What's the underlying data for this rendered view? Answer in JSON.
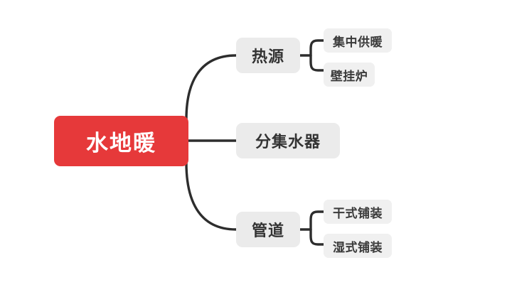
{
  "diagram": {
    "type": "mindmap",
    "background_color": "#ffffff",
    "connector_color": "#2d2d2d",
    "root": {
      "label": "水地暖",
      "color": "#e6393a",
      "text_color": "#ffffff"
    },
    "branches": [
      {
        "label": "热源",
        "color": "#ebebeb",
        "text_color": "#333333",
        "children": [
          {
            "label": "集中供暖",
            "color": "#f0f0f0",
            "text_color": "#3a3a3a"
          },
          {
            "label": "壁挂炉",
            "color": "#f0f0f0",
            "text_color": "#3a3a3a"
          }
        ]
      },
      {
        "label": "分集水器",
        "color": "#ebebeb",
        "text_color": "#333333",
        "children": []
      },
      {
        "label": "管道",
        "color": "#ebebeb",
        "text_color": "#333333",
        "children": [
          {
            "label": "干式铺装",
            "color": "#f0f0f0",
            "text_color": "#3a3a3a"
          },
          {
            "label": "湿式铺装",
            "color": "#f0f0f0",
            "text_color": "#3a3a3a"
          }
        ]
      }
    ]
  }
}
